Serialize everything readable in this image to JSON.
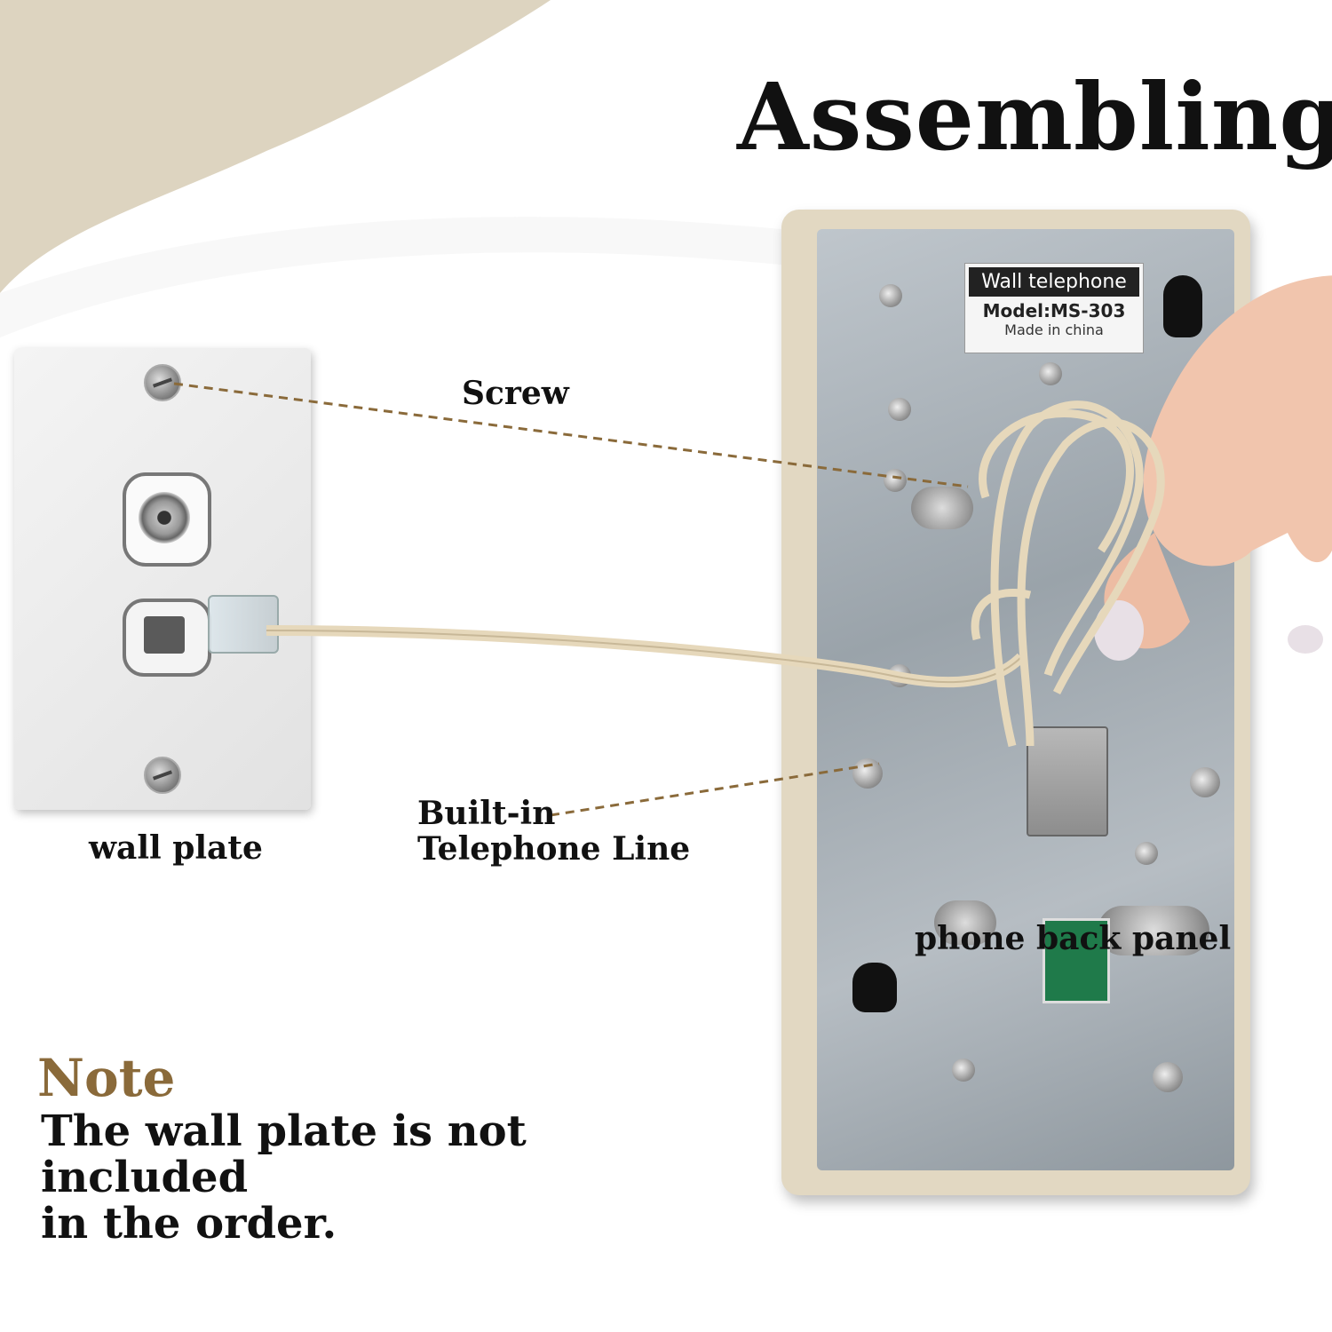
{
  "title": "Assembling",
  "labels": {
    "screw": "Screw",
    "builtin_line_1": "Built-in",
    "builtin_line_2": "Telephone Line",
    "wall_plate": "wall plate",
    "phone_back_panel": "phone back panel"
  },
  "note": {
    "heading": "Note",
    "body_line_1": "The wall plate is not included",
    "body_line_2": "in the order."
  },
  "sticker": {
    "title": "Wall telephone",
    "model": "Model:MS-303",
    "origin": "Made in china"
  },
  "colors": {
    "background_wave": "#ddd4c0",
    "note_heading": "#8a6a3a",
    "leader_line": "#8a6a3a",
    "cable": "#e6d8bb"
  }
}
